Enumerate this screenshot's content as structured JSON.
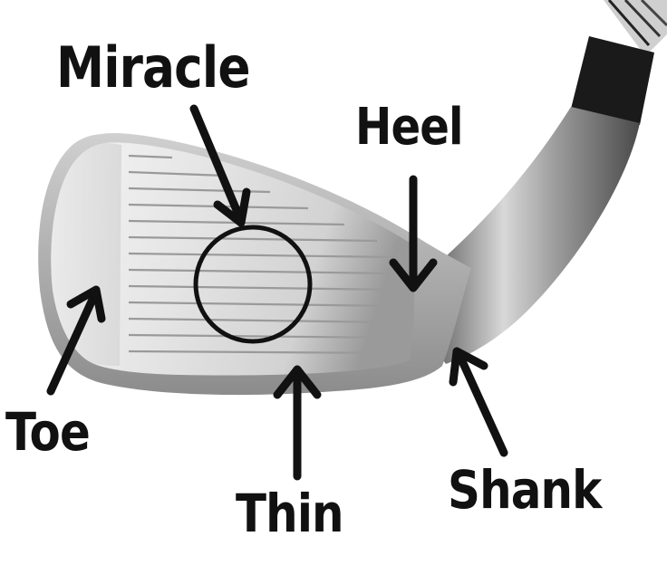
{
  "labels": {
    "miracle": "Miracle",
    "heel": "Heel",
    "toe": "Toe",
    "thin": "Thin",
    "shank": "Shank"
  },
  "colors": {
    "ink": "#111111",
    "steel_light": "#f2f2f2",
    "steel_mid": "#c9c9c9",
    "steel_dark": "#6e6e6e",
    "ferrule": "#1a1a1a"
  }
}
